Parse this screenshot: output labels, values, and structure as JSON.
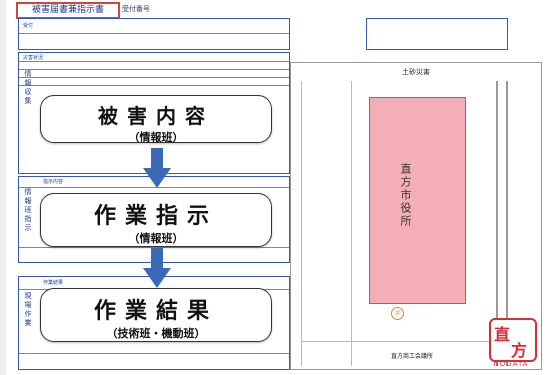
{
  "form": {
    "title": "被害届書兼指示書",
    "receipt_number_label": "受付番号",
    "section_labels": {
      "receipt": "受付",
      "damage_status": "災害状況",
      "instruction": "指示内容",
      "work_result": "作業結果"
    },
    "vertical_labels": {
      "info": "情報収集",
      "instruct": "情報班指示",
      "result": "現場作業"
    }
  },
  "flow": {
    "steps": [
      {
        "main": "被害内容",
        "sub": "（情報班）"
      },
      {
        "main": "作業指示",
        "sub": "（情報班）"
      },
      {
        "main": "作業結果",
        "sub": "（技術班・機動班）"
      }
    ],
    "arrow_color": "#3a69b8"
  },
  "map": {
    "title": "土砂災害",
    "building_label": "直方市役所",
    "bottom_label": "直方商工会議所",
    "landmark": "⑦",
    "colors": {
      "building": "#f4aeb6"
    }
  },
  "logo": {
    "kanji_1": "直",
    "kanji_2": "方",
    "latin": "NOGATA",
    "color": "#d42e3a"
  }
}
